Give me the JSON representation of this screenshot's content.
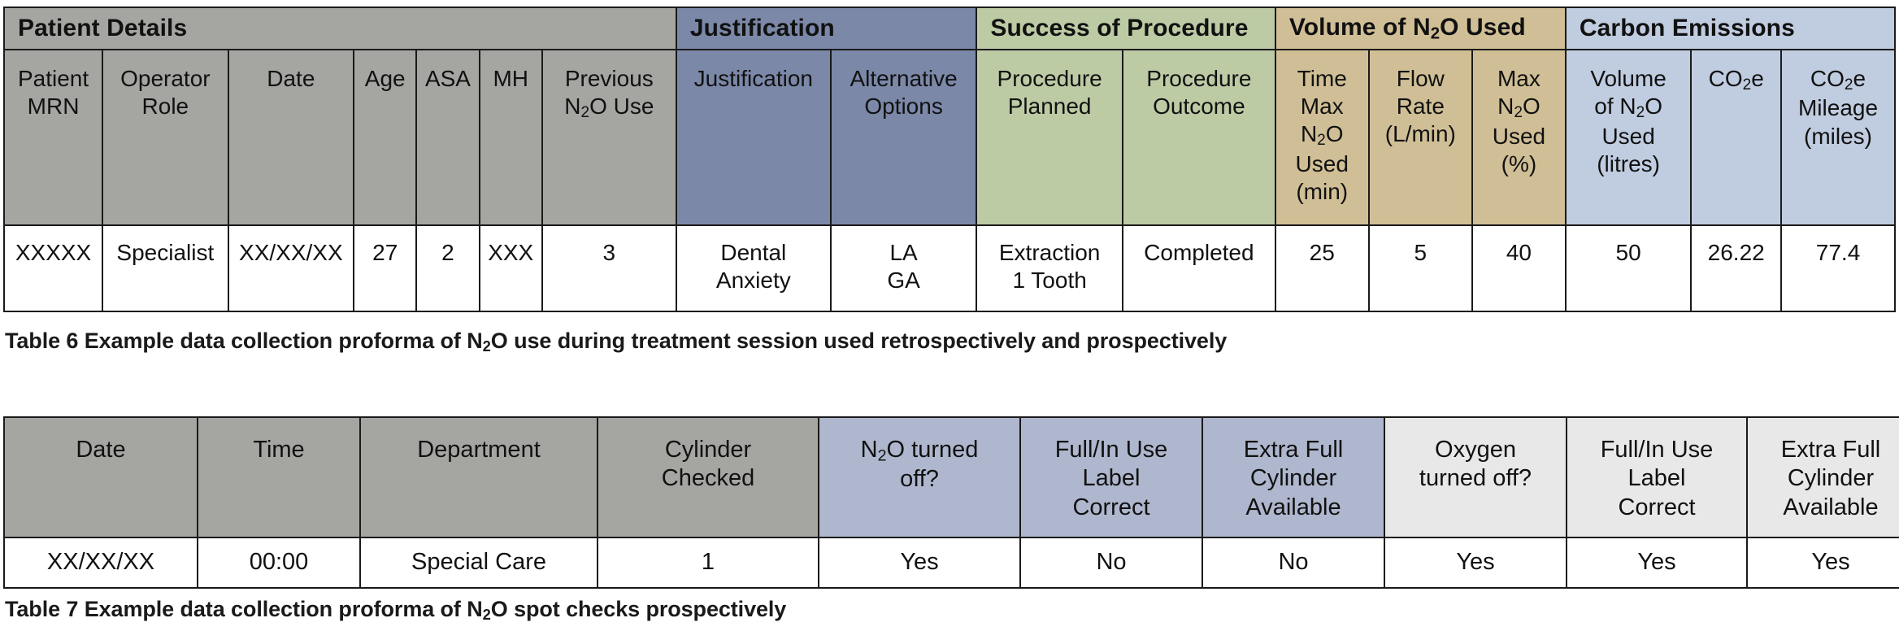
{
  "document": {
    "kind": "journal-table-figure",
    "tables": [
      {
        "id": "table-6",
        "caption": "Table 6  Example data collection proforma of N₂O use during treatment session used retrospectively and prospectively",
        "group_headers": [
          {
            "label": "Patient Details",
            "span": 7,
            "color": "#a5a5a2"
          },
          {
            "label": "Justification",
            "span": 2,
            "color": "#7b88a8"
          },
          {
            "label": "Success of Procedure",
            "span": 2,
            "color": "#bdcba5"
          },
          {
            "label": "Volume of N₂O Used",
            "span": 3,
            "color": "#d0bf96"
          },
          {
            "label": "Carbon Emissions",
            "span": 3,
            "color": "#c0cce0"
          }
        ],
        "columns": [
          {
            "label": "Patient\nMRN",
            "color": "#a5a5a2"
          },
          {
            "label": "Operator\nRole",
            "color": "#a5a5a2"
          },
          {
            "label": "Date",
            "color": "#a5a5a2"
          },
          {
            "label": "Age",
            "color": "#a5a5a2"
          },
          {
            "label": "ASA",
            "color": "#a5a5a2"
          },
          {
            "label": "MH",
            "color": "#a5a5a2"
          },
          {
            "label": "Previous\nN₂O Use",
            "color": "#a5a5a2"
          },
          {
            "label": "Justification",
            "color": "#7b88a8"
          },
          {
            "label": "Alternative\nOptions",
            "color": "#7b88a8"
          },
          {
            "label": "Procedure\nPlanned",
            "color": "#bdcba5"
          },
          {
            "label": "Procedure\nOutcome",
            "color": "#bdcba5"
          },
          {
            "label": "Time\nMax\nN₂O\nUsed\n(min)",
            "color": "#d0bf96"
          },
          {
            "label": "Flow\nRate\n(L/min)",
            "color": "#d0bf96"
          },
          {
            "label": "Max\nN₂O\nUsed\n(%)",
            "color": "#d0bf96"
          },
          {
            "label": "Volume\nof N₂O\nUsed\n(litres)",
            "color": "#c0cce0"
          },
          {
            "label": "CO₂e",
            "color": "#c0cce0"
          },
          {
            "label": "CO₂e\nMileage\n(miles)",
            "color": "#c0cce0"
          }
        ],
        "rows": [
          [
            "XXXXX",
            "Specialist",
            "XX/XX/XX",
            "27",
            "2",
            "XXX",
            "3",
            "Dental\nAnxiety",
            "LA\nGA",
            "Extraction\n1 Tooth",
            "Completed",
            "25",
            "5",
            "40",
            "50",
            "26.22",
            "77.4"
          ]
        ]
      },
      {
        "id": "table-7",
        "caption": "Table 7  Example data collection proforma of N₂O spot checks prospectively",
        "columns": [
          {
            "label": "Date",
            "color": "#a5a5a2"
          },
          {
            "label": "Time",
            "color": "#a5a5a2"
          },
          {
            "label": "Department",
            "color": "#a5a5a2"
          },
          {
            "label": "Cylinder\nChecked",
            "color": "#a5a5a2"
          },
          {
            "label": "N₂O turned\noff?",
            "color": "#aeb7cd"
          },
          {
            "label": "Full/In Use\nLabel\nCorrect",
            "color": "#aeb7cd"
          },
          {
            "label": "Extra Full\nCylinder\nAvailable",
            "color": "#aeb7cd"
          },
          {
            "label": "Oxygen\nturned off?",
            "color": "#e8e8e8"
          },
          {
            "label": "Full/In Use\nLabel\nCorrect",
            "color": "#e8e8e8"
          },
          {
            "label": "Extra Full\nCylinder\nAvailable",
            "color": "#e8e8e8"
          }
        ],
        "rows": [
          [
            "XX/XX/XX",
            "00:00",
            "Special Care",
            "1",
            "Yes",
            "No",
            "No",
            "Yes",
            "Yes",
            "Yes"
          ]
        ]
      }
    ]
  }
}
